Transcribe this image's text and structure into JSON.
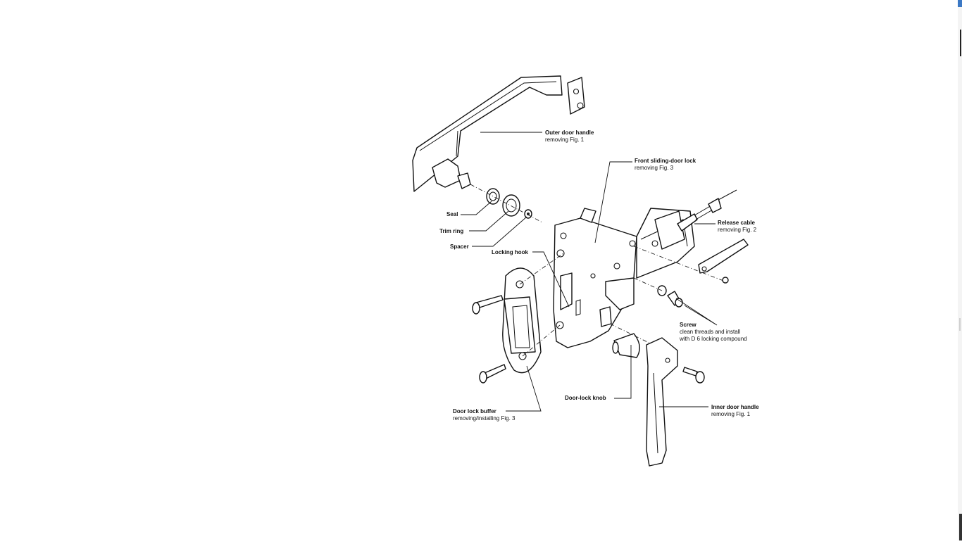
{
  "labels": {
    "outer_handle": {
      "title": "Outer door handle",
      "sub": "removing Fig. 1"
    },
    "front_lock": {
      "title": "Front sliding-door lock",
      "sub": "removing Fig. 3"
    },
    "release_cable": {
      "title": "Release cable",
      "sub": "removing Fig. 2"
    },
    "seal": {
      "title": "Seal"
    },
    "trim_ring": {
      "title": "Trim ring"
    },
    "spacer": {
      "title": "Spacer"
    },
    "locking_hook": {
      "title": "Locking hook"
    },
    "screw": {
      "title": "Screw",
      "sub1": "clean threads and install",
      "sub2": "with D 6 locking compound"
    },
    "door_lock_knob": {
      "title": "Door-lock knob"
    },
    "inner_handle": {
      "title": "Inner door handle",
      "sub": "removing Fig. 1"
    },
    "door_lock_buffer": {
      "title": "Door lock buffer",
      "sub": "removing/installing Fig. 3"
    }
  },
  "colors": {
    "background": "#ffffff",
    "line": "#111111",
    "scroll_accent": "#3b78c4"
  }
}
